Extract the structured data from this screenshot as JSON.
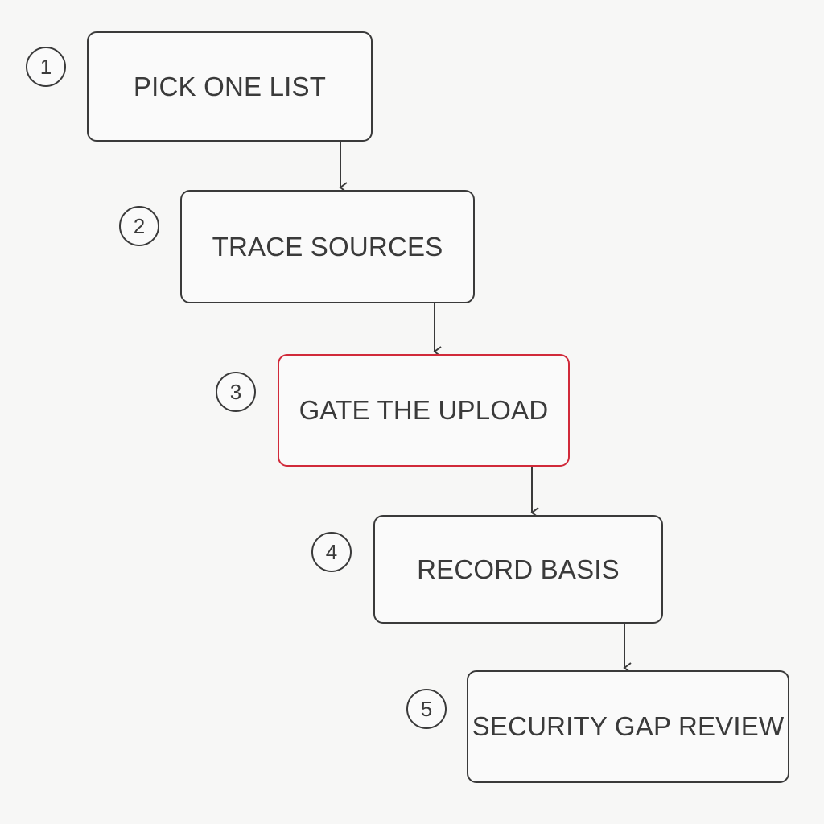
{
  "colors": {
    "stroke": "#3a3a3a",
    "highlight": "#d12a3a",
    "background": "#f7f7f6"
  },
  "steps": [
    {
      "number": "1",
      "label": "PICK ONE LIST",
      "highlighted": false
    },
    {
      "number": "2",
      "label": "TRACE SOURCES",
      "highlighted": false
    },
    {
      "number": "3",
      "label": "GATE THE UPLOAD",
      "highlighted": true
    },
    {
      "number": "4",
      "label": "RECORD BASIS",
      "highlighted": false
    },
    {
      "number": "5",
      "label": "SECURITY GAP REVIEW",
      "highlighted": false
    }
  ]
}
